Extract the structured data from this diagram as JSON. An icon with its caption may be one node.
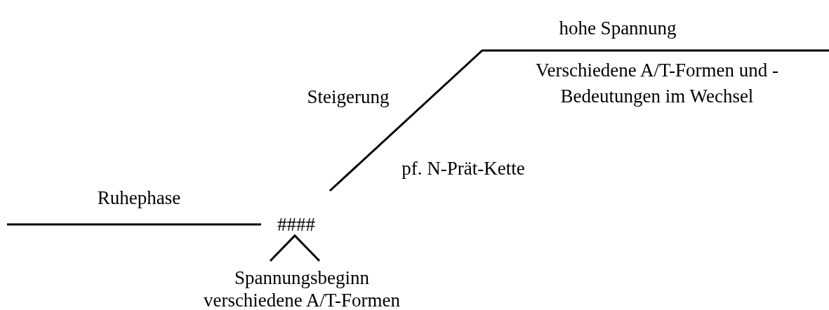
{
  "diagram": {
    "labels": [
      "hohe Spannung",
      "Verschiedene A/T-Formen und -Bedeutungen im Wechsel",
      "Steigerung",
      "pf. N-Prät-Kette",
      "Ruhephase",
      "####",
      "Spannungsbeginn",
      "verschiedene A/T-Formen"
    ]
  }
}
